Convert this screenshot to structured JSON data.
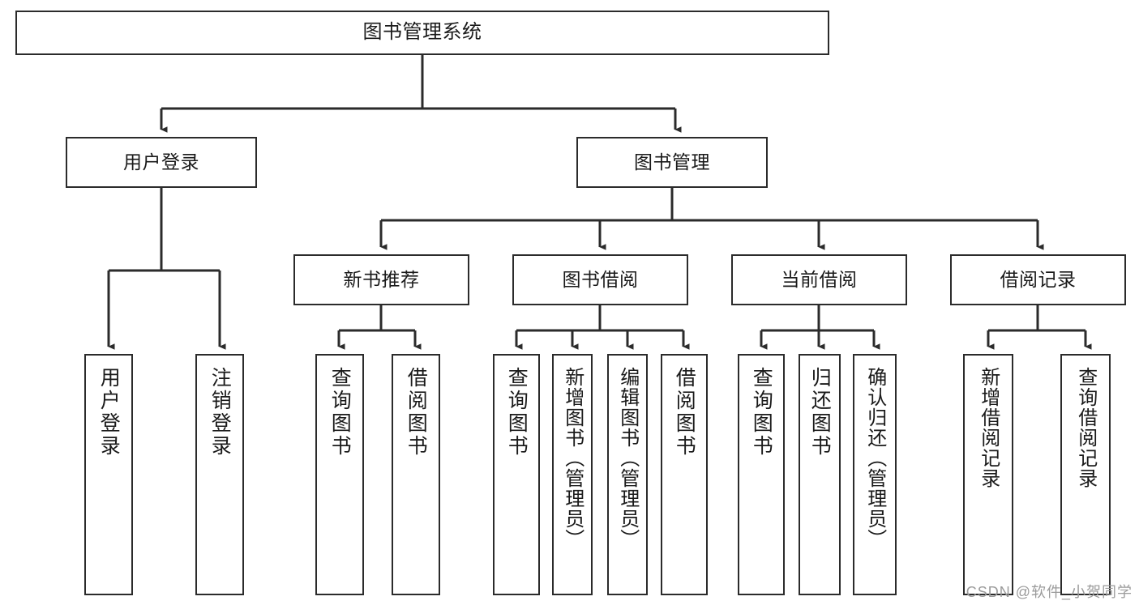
{
  "diagram": {
    "type": "tree",
    "title": "图书管理系统",
    "colors": {
      "box_border": "#2b2b2b",
      "box_fill": "#ffffff",
      "connector": "#2b2b2b",
      "text": "#1a1a1a",
      "watermark": "#9b9b9b"
    },
    "levels": {
      "root": {
        "label": "图书管理系统"
      },
      "level2": [
        {
          "id": "user-login",
          "label": "用户登录"
        },
        {
          "id": "book-manage",
          "label": "图书管理"
        }
      ],
      "level3": [
        {
          "id": "new-book-recommend",
          "label": "新书推荐",
          "parent": "book-manage"
        },
        {
          "id": "book-borrow",
          "label": "图书借阅",
          "parent": "book-manage"
        },
        {
          "id": "current-borrow",
          "label": "当前借阅",
          "parent": "book-manage"
        },
        {
          "id": "borrow-record",
          "label": "借阅记录",
          "parent": "book-manage"
        }
      ],
      "leaves": [
        {
          "id": "leaf-user-login",
          "label": "用户登录",
          "parent": "user-login"
        },
        {
          "id": "leaf-user-logout",
          "label": "注销登录",
          "parent": "user-login"
        },
        {
          "id": "leaf-query-book-1",
          "label": "查询图书",
          "parent": "new-book-recommend"
        },
        {
          "id": "leaf-borrow-book-1",
          "label": "借阅图书",
          "parent": "new-book-recommend"
        },
        {
          "id": "leaf-query-book-2",
          "label": "查询图书",
          "parent": "book-borrow"
        },
        {
          "id": "leaf-add-book",
          "label": "新增图书（管理员）",
          "parent": "book-borrow"
        },
        {
          "id": "leaf-edit-book",
          "label": "编辑图书（管理员）",
          "parent": "book-borrow"
        },
        {
          "id": "leaf-borrow-book-2",
          "label": "借阅图书",
          "parent": "book-borrow"
        },
        {
          "id": "leaf-query-book-3",
          "label": "查询图书",
          "parent": "current-borrow"
        },
        {
          "id": "leaf-return-book",
          "label": "归还图书",
          "parent": "current-borrow"
        },
        {
          "id": "leaf-confirm-return",
          "label": "确认归还（管理员）",
          "parent": "current-borrow"
        },
        {
          "id": "leaf-add-record",
          "label": "新增借阅记录",
          "parent": "borrow-record"
        },
        {
          "id": "leaf-query-record",
          "label": "查询借阅记录",
          "parent": "borrow-record"
        }
      ]
    },
    "watermark": "CSDN @软件_小贺同学"
  }
}
